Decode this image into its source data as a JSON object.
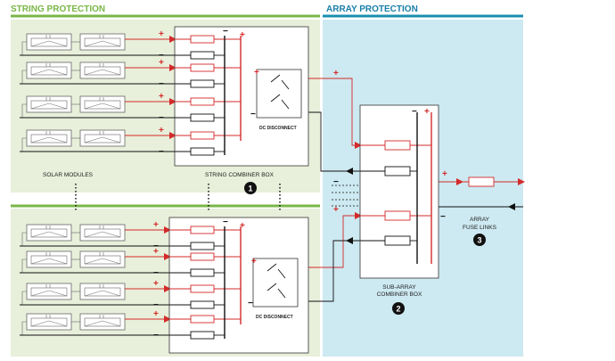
{
  "sections": {
    "string_protection": "STRING PROTECTION",
    "array_protection": "ARRAY PROTECTION"
  },
  "labels": {
    "solar_modules": "SOLAR MODULES",
    "string_combiner_box": "STRING COMBINER BOX",
    "dc_disconnect_top": "DC DISCONNECT",
    "dc_disconnect_bottom": "DC DISCONNECT",
    "sub_array_line1": "SUB-ARRAY",
    "sub_array_line2": "COMBINER BOX",
    "array_fuse_line1": "ARRAY",
    "array_fuse_line2": "FUSE LINKS"
  },
  "badges": {
    "string_combiner": "1",
    "sub_array": "2",
    "array_fuse": "3"
  },
  "signs": {
    "plus": "+",
    "minus": "−"
  },
  "colors": {
    "green_band": "#7ab648",
    "green_panel": "#e8efda",
    "blue_band": "#1a8fb0",
    "blue_panel": "#cde9f1",
    "positive_wire": "#d42a2a",
    "negative_wire": "#111111",
    "module_stroke": "#666666",
    "section_text_green": "#7ab648",
    "section_text_blue": "#1a7fa8"
  }
}
